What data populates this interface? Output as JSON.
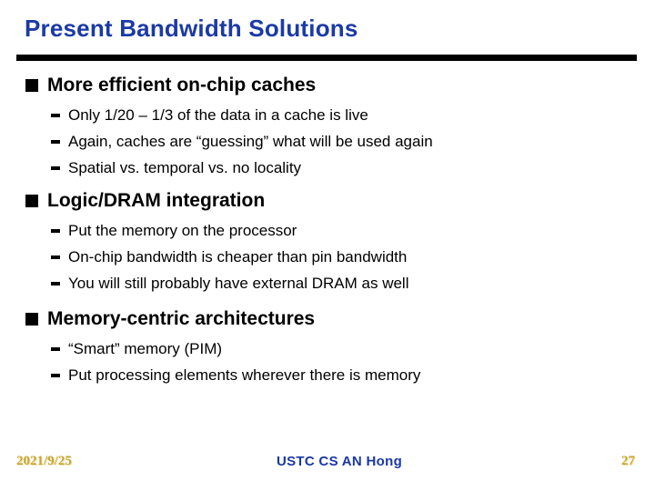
{
  "slide": {
    "title": "Present Bandwidth Solutions",
    "sections": [
      {
        "heading": "More efficient on-chip caches",
        "items": [
          "Only 1/20 – 1/3 of the data in a cache is live",
          "Again, caches are “guessing” what will be used again",
          "Spatial vs. temporal vs. no locality"
        ]
      },
      {
        "heading": "Logic/DRAM integration",
        "items": [
          "Put the memory on the processor",
          "On-chip bandwidth is cheaper than pin bandwidth",
          "You will still probably have external DRAM as well"
        ]
      },
      {
        "heading": "Memory-centric architectures",
        "items": [
          "“Smart” memory (PIM)",
          "Put processing elements wherever there is memory"
        ]
      }
    ],
    "footer": {
      "date": "2021/9/25",
      "center": "USTC CS AN Hong",
      "page": "27"
    },
    "icons": {
      "level1_bullet": "square-bullet",
      "level2_bullet": "dash-bullet"
    },
    "colors": {
      "title_blue": "#1C3AA5",
      "footer_blue": "#1B38A3",
      "gold": "#C7A433",
      "body_text": "#000000",
      "rule": "#000000",
      "background": "#FFFFFF"
    }
  }
}
